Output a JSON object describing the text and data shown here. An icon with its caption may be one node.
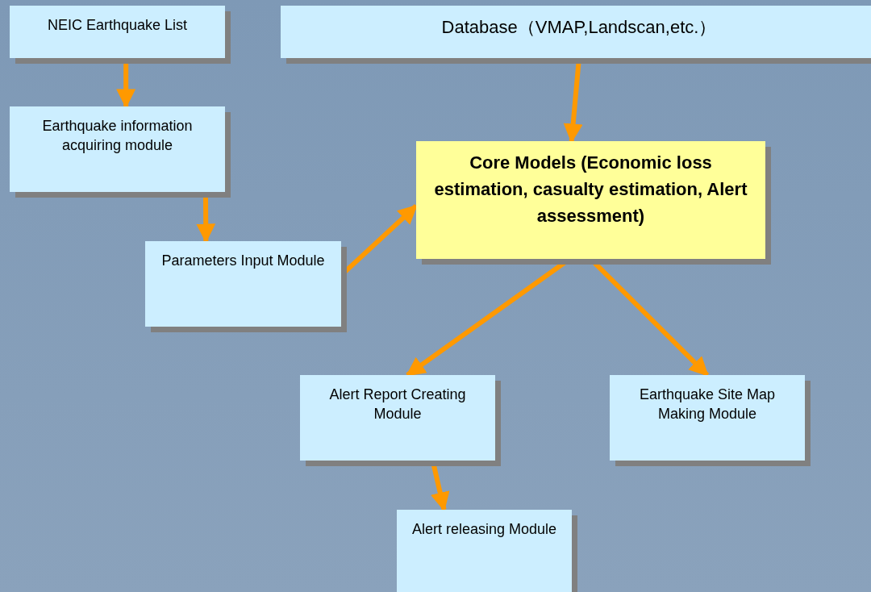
{
  "diagram": {
    "nodes": [
      {
        "text": [
          "NEIC Earthquake List"
        ]
      },
      {
        "text": [
          "Database（VMAP,Landscan,etc.）"
        ]
      },
      {
        "text": [
          "Earthquake information acquiring module"
        ]
      },
      {
        "text": [
          "Parameters Input Module"
        ]
      },
      {
        "text": [
          "Core Models (Economic loss estimation, casualty estimation, Alert assessment)"
        ]
      },
      {
        "text": [
          "Alert Report Creating Module"
        ]
      },
      {
        "text": [
          "Earthquake Site Map Making Module"
        ]
      },
      {
        "text": [
          "Alert releasing Module"
        ]
      }
    ],
    "edges": [
      {
        "from": 0,
        "to": 2,
        "arrow": "to"
      },
      {
        "from": 1,
        "to": 4,
        "arrow": "to"
      },
      {
        "from": 2,
        "to": 3,
        "arrow": "to"
      },
      {
        "from": 3,
        "to": 4,
        "arrow": "to"
      },
      {
        "from": 4,
        "to": 5,
        "arrow": "to"
      },
      {
        "from": 4,
        "to": 6,
        "arrow": "to"
      },
      {
        "from": 5,
        "to": 7,
        "arrow": "to"
      }
    ]
  }
}
